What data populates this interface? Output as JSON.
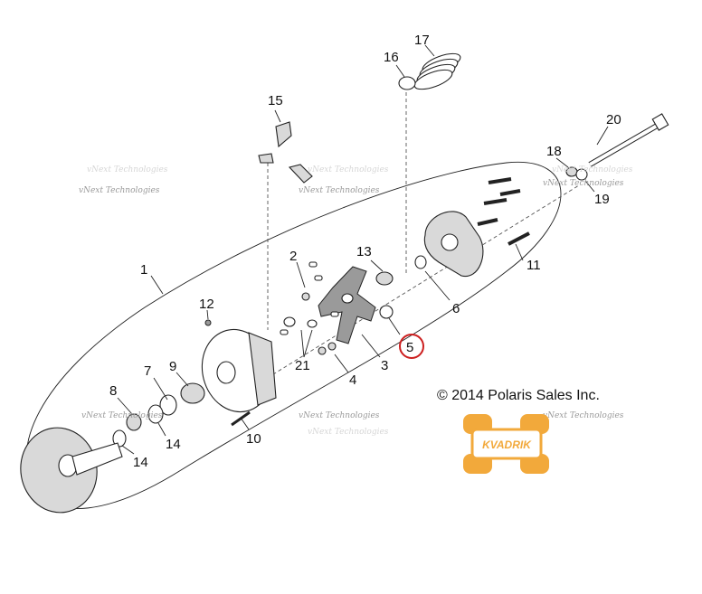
{
  "diagram": {
    "callouts": {
      "c1": "1",
      "c2": "2",
      "c3": "3",
      "c4": "4",
      "c5": "5",
      "c6": "6",
      "c7": "7",
      "c8": "8",
      "c9": "9",
      "c10": "10",
      "c11": "11",
      "c12": "12",
      "c13": "13",
      "c14a": "14",
      "c14b": "14",
      "c15": "15",
      "c16": "16",
      "c17": "17",
      "c18": "18",
      "c19": "19",
      "c20": "20",
      "c21": "21"
    },
    "highlighted_callout": "5",
    "highlight_color": "#cc1f1f",
    "copyright": "© 2014 Polaris Sales Inc.",
    "watermark": "vNext Technologies",
    "logo": {
      "text": "KVADRIK",
      "color": "#f2a93b"
    }
  }
}
